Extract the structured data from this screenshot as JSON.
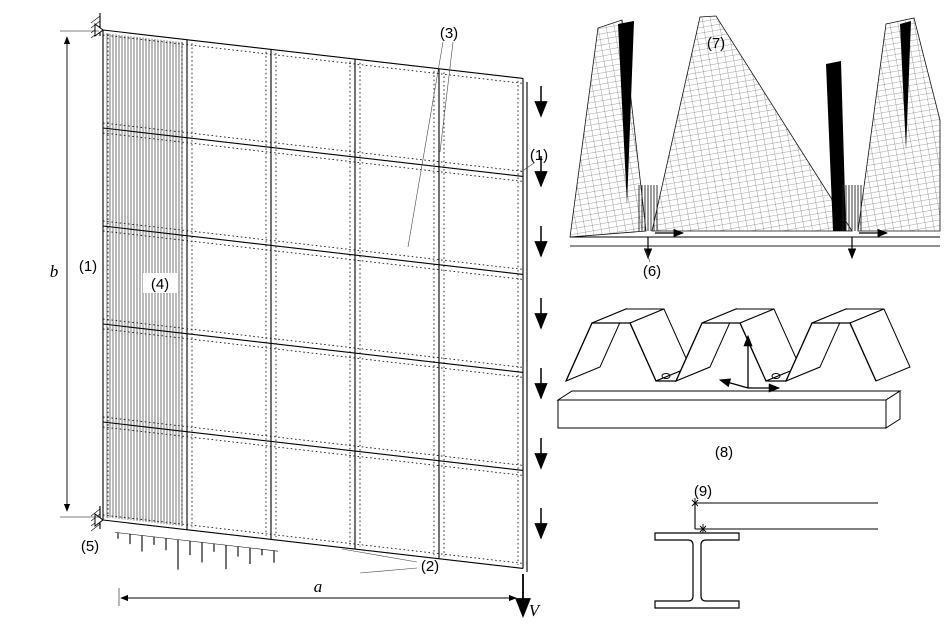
{
  "figure": {
    "panel": {
      "label_edge_left": "(1)",
      "label_edge_right": "(1)",
      "label_seam_bottom": "(2)",
      "label_seam_top": "(3)",
      "label_sheet": "(4)",
      "label_forces": "(5)",
      "dim_width": "a",
      "dim_height": "b",
      "shear_force": "V"
    },
    "details": {
      "label_local_forces": "(6)",
      "label_buckled_mesh": "(7)",
      "label_sheeting_beam": "(8)",
      "label_connection": "(9)"
    }
  }
}
